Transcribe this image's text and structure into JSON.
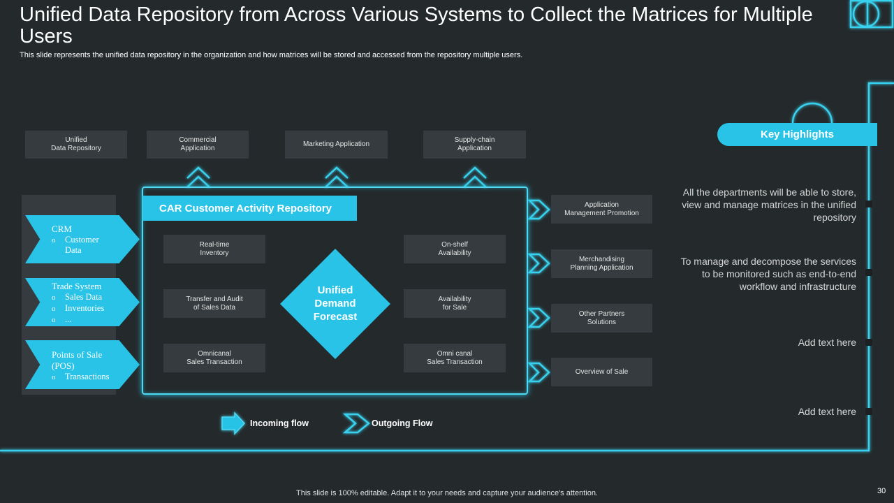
{
  "slide": {
    "title": "Unified Data Repository from Across Various Systems to Collect the Matrices for Multiple Users",
    "subtitle": "This slide represents the unified data repository in the organization and how matrices will be stored and accessed from the repository multiple users.",
    "page_number": "30",
    "footer": "This slide is 100% editable. Adapt it to your needs and capture your audience's attention."
  },
  "top_boxes": [
    {
      "label": "Unified\nData Repository"
    },
    {
      "label": "Commercial\nApplication"
    },
    {
      "label": "Marketing Application"
    },
    {
      "label": "Supply-chain\nApplication"
    }
  ],
  "sources": [
    {
      "heading": "CRM",
      "items": [
        "Customer",
        "Data"
      ]
    },
    {
      "heading": "Trade System",
      "items": [
        "Sales Data",
        "Inventories",
        "..."
      ]
    },
    {
      "heading": "Points of Sale",
      "heading2": "(POS)",
      "items": [
        "Transactions"
      ]
    }
  ],
  "bullet_marker": "o",
  "repository": {
    "header": "CAR Customer Activity Repository",
    "left_boxes": [
      "Real-time\nInventory",
      "Transfer and Audit\nof Sales Data",
      "Omnicanal\nSales Transaction"
    ],
    "right_boxes": [
      "On-shelf\nAvailability",
      "Availability\nfor Sale",
      "Omni canal\nSales Transaction"
    ],
    "center": "Unified\nDemand\nForecast"
  },
  "outputs": [
    {
      "label": "Application\nManagement Promotion"
    },
    {
      "label": "Merchandising\nPlanning Application"
    },
    {
      "label": "Other Partners\nSolutions"
    },
    {
      "label": "Overview of Sale"
    }
  ],
  "legend": {
    "incoming": "Incoming  flow",
    "outgoing": "Outgoing Flow"
  },
  "key_highlights": {
    "title": "Key Highlights",
    "items": [
      "All the departments will be able to store, view and manage  matrices in the unified repository",
      "To manage and decompose the services to be monitored such as end-to-end workflow and infrastructure",
      "Add text here",
      "Add text here"
    ]
  },
  "colors": {
    "background": "#242a2c",
    "accent": "#28c3e6",
    "box": "#353b3e",
    "glow": "#4fd9f2"
  }
}
